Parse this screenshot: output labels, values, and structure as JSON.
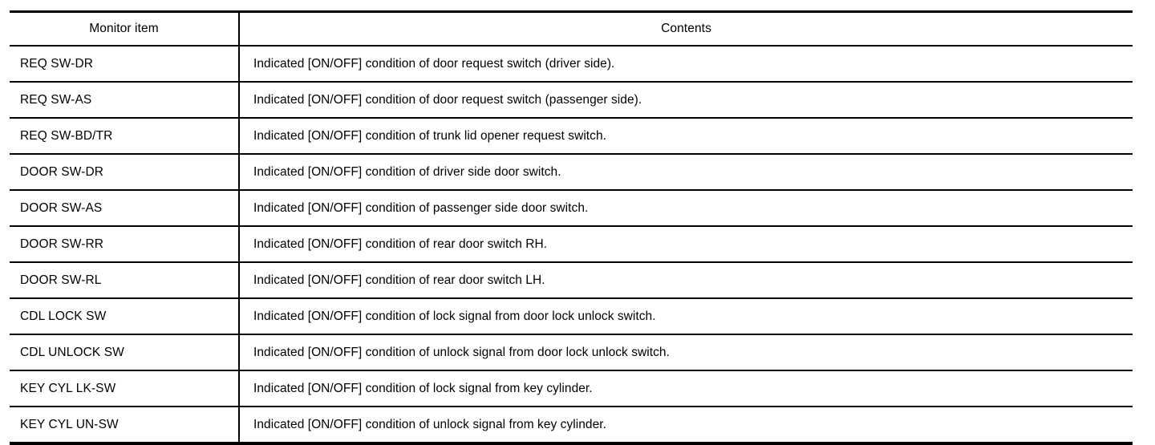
{
  "table": {
    "columns": [
      {
        "key": "item",
        "header": "Monitor item",
        "align": "center"
      },
      {
        "key": "contents",
        "header": "Contents",
        "align": "center"
      }
    ],
    "rows": [
      {
        "item": "REQ SW-DR",
        "contents": "Indicated [ON/OFF] condition of door request switch (driver side)."
      },
      {
        "item": "REQ SW-AS",
        "contents": "Indicated [ON/OFF] condition of door request switch (passenger side)."
      },
      {
        "item": "REQ SW-BD/TR",
        "contents": "Indicated [ON/OFF] condition of trunk lid opener request switch."
      },
      {
        "item": "DOOR SW-DR",
        "contents": "Indicated [ON/OFF] condition of driver side door switch."
      },
      {
        "item": "DOOR SW-AS",
        "contents": "Indicated [ON/OFF] condition of passenger side door switch."
      },
      {
        "item": "DOOR SW-RR",
        "contents": "Indicated [ON/OFF] condition of rear door switch RH."
      },
      {
        "item": "DOOR SW-RL",
        "contents": "Indicated [ON/OFF] condition of rear door switch LH."
      },
      {
        "item": "CDL LOCK SW",
        "contents": "Indicated [ON/OFF] condition of lock signal from door lock unlock switch."
      },
      {
        "item": "CDL UNLOCK SW",
        "contents": "Indicated [ON/OFF] condition of unlock signal from door lock unlock switch."
      },
      {
        "item": "KEY CYL LK-SW",
        "contents": "Indicated [ON/OFF] condition of lock signal from key cylinder."
      },
      {
        "item": "KEY CYL UN-SW",
        "contents": "Indicated [ON/OFF] condition of unlock signal from key cylinder."
      }
    ]
  },
  "style": {
    "text_color": "#000000",
    "background_color": "#ffffff",
    "rule_color": "#000000"
  }
}
